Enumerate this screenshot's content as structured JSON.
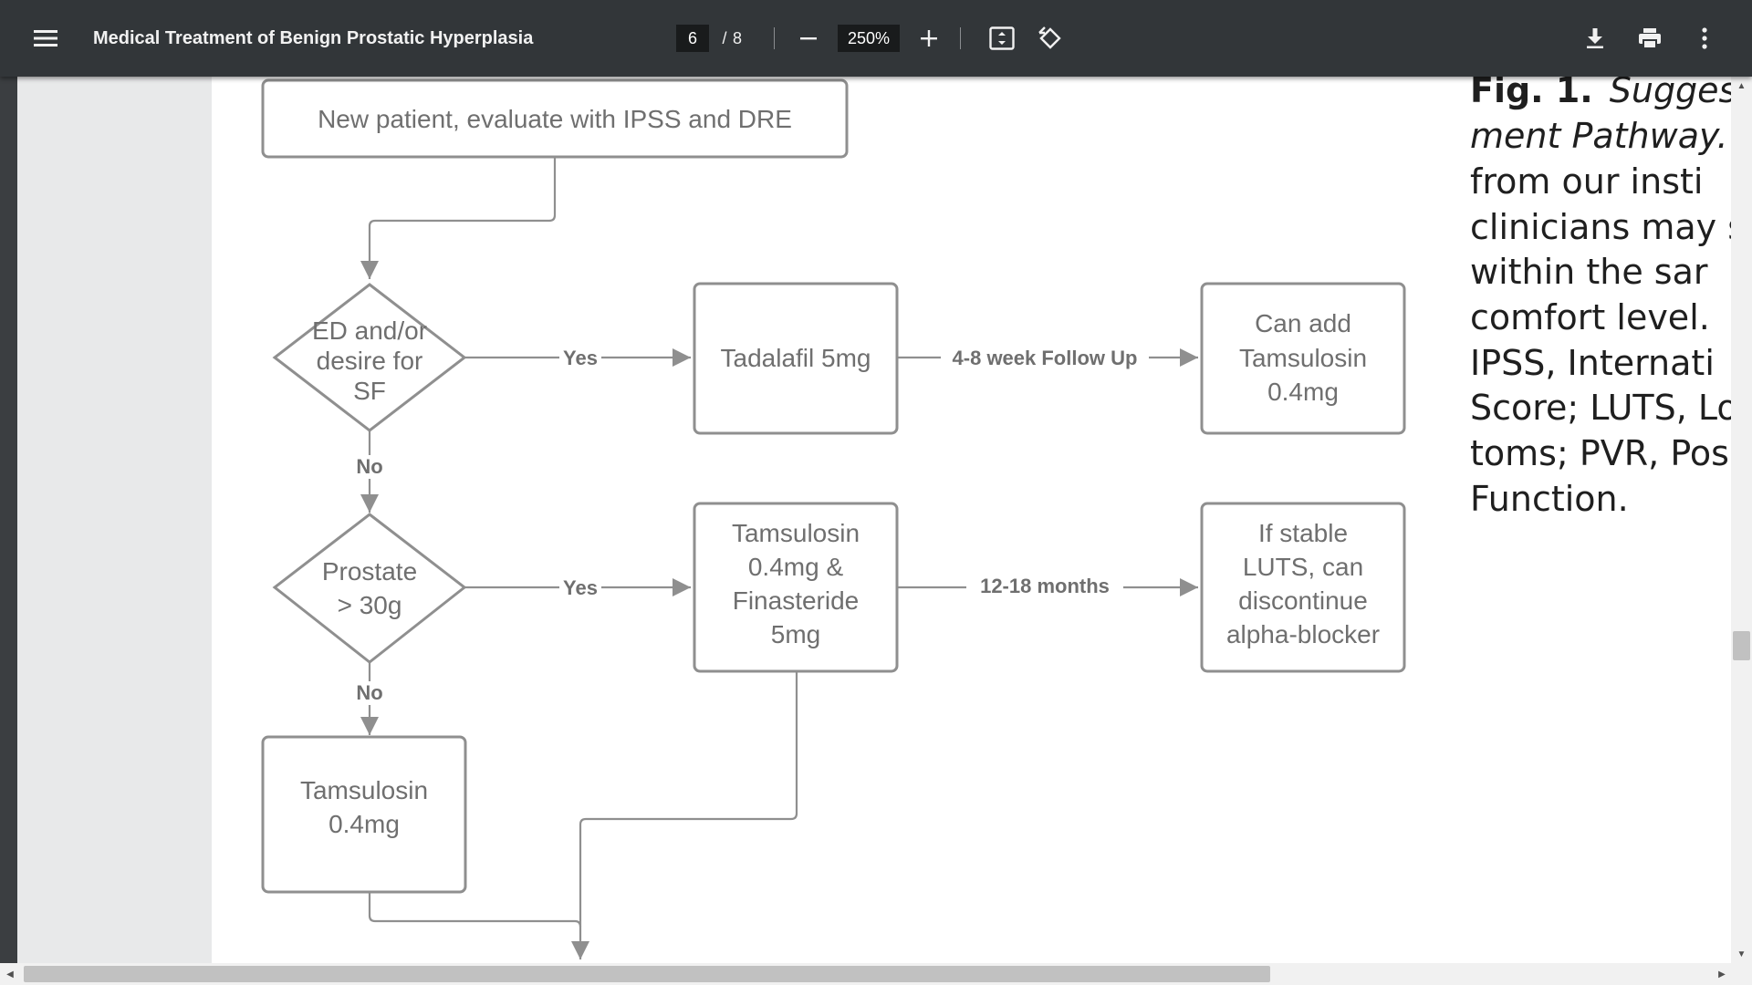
{
  "toolbar": {
    "title": "Medical Treatment of Benign Prostatic Hyperplasia",
    "current_page": "6",
    "page_separator": "/",
    "total_pages": "8",
    "zoom": "250%"
  },
  "icons": {
    "menu": "menu-icon",
    "zoom_out": "minus-icon",
    "zoom_in": "plus-icon",
    "fit": "fit-to-page-icon",
    "rotate": "rotate-icon",
    "download": "download-icon",
    "print": "print-icon",
    "more": "more-vertical-icon"
  },
  "flowchart": {
    "start": "New patient, evaluate with IPSS and DRE",
    "decision1": [
      "ED and/or",
      "desire for",
      "SF"
    ],
    "decision1_yes": "Yes",
    "decision1_no": "No",
    "tadalafil": "Tadalafil 5mg",
    "followup_label": "4-8 week Follow Up",
    "can_add": [
      "Can add",
      "Tamsulosin",
      "0.4mg"
    ],
    "decision2": [
      "Prostate",
      "> 30g"
    ],
    "decision2_yes": "Yes",
    "decision2_no": "No",
    "combo": [
      "Tamsulosin",
      "0.4mg  &",
      "Finasteride",
      "5mg"
    ],
    "months_label": "12-18 months",
    "stable": [
      "If stable",
      "LUTS, can",
      "discontinue",
      "alpha-blocker"
    ],
    "tamsulosin": [
      "Tamsulosin",
      "0.4mg"
    ]
  },
  "caption": {
    "lines": [
      {
        "bold": "Fig. 1.",
        "italic": "Suggest"
      },
      {
        "italic": "ment  Pathway."
      },
      {
        "text": "from  our  insti"
      },
      {
        "text": "clinicians may s"
      },
      {
        "text": "within  the  sar"
      },
      {
        "text": "comfort  level."
      },
      {
        "text": "IPSS,   Internati"
      },
      {
        "text": "Score;  LUTS,  Lo"
      },
      {
        "text": "toms;  PVR,  Pos"
      },
      {
        "text": "Function."
      }
    ]
  },
  "colors": {
    "toolbar_bg": "#323639",
    "viewer_bg": "#525659",
    "node_stroke": "#8f8f8f",
    "node_text": "#6f6f6f"
  }
}
